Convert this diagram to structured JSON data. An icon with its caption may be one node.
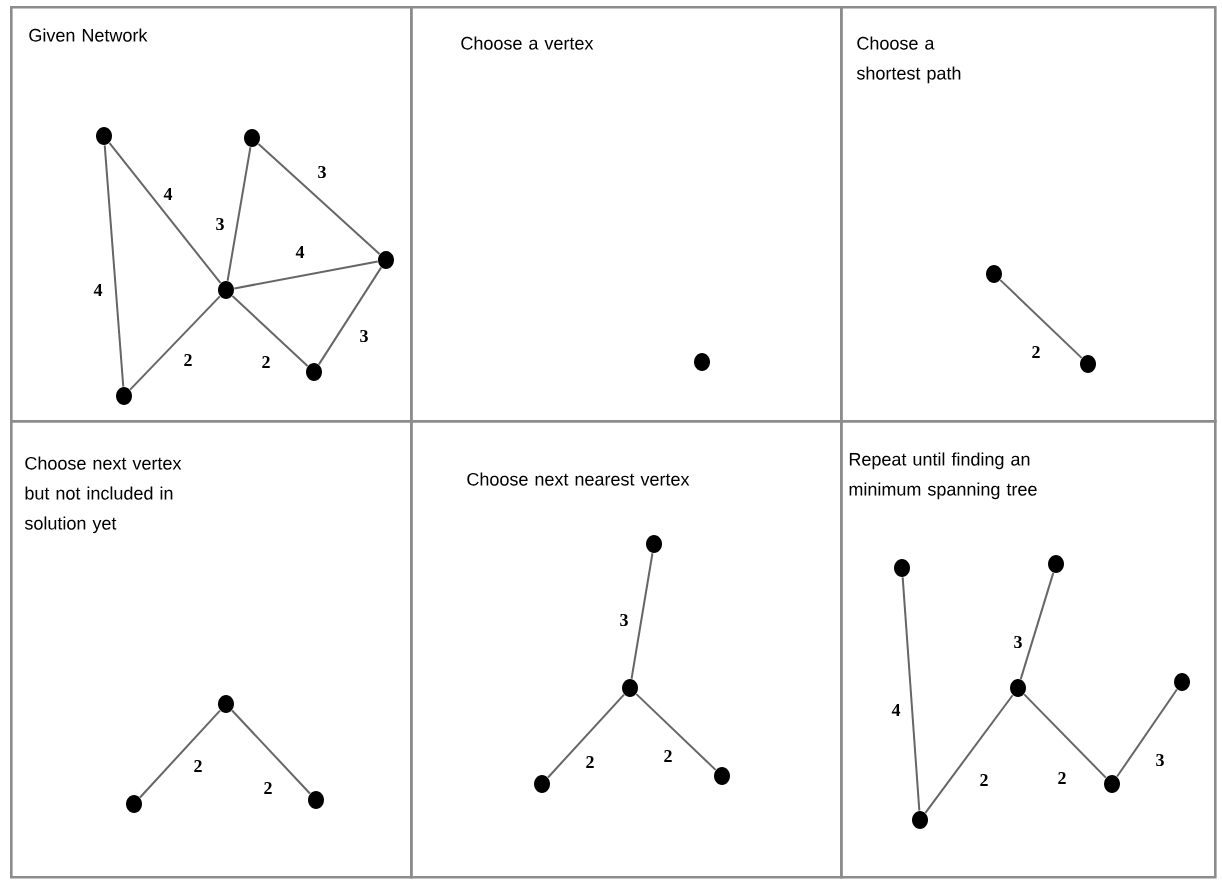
{
  "diagram": {
    "nodes": [
      {
        "text": [
          "Given Network"
        ]
      },
      {
        "text": [],
        "shape": "circle",
        "in": 0
      },
      {
        "text": [],
        "shape": "circle",
        "in": 0
      },
      {
        "text": [],
        "shape": "circle",
        "in": 0
      },
      {
        "text": [],
        "shape": "circle",
        "in": 0
      },
      {
        "text": [],
        "shape": "circle",
        "in": 0
      },
      {
        "text": [],
        "shape": "circle",
        "in": 0
      },
      {
        "text": [
          "Choose a vertex"
        ]
      },
      {
        "text": [],
        "shape": "circle",
        "in": 7
      },
      {
        "text": [
          "Choose a shortest path"
        ]
      },
      {
        "text": [],
        "shape": "circle",
        "in": 9
      },
      {
        "text": [],
        "shape": "circle",
        "in": 9
      },
      {
        "text": [
          "Choose next vertex but not included in solution yet"
        ]
      },
      {
        "text": [],
        "shape": "circle",
        "in": 12
      },
      {
        "text": [],
        "shape": "circle",
        "in": 12
      },
      {
        "text": [],
        "shape": "circle",
        "in": 12
      },
      {
        "text": [
          "Choose next nearest vertex"
        ]
      },
      {
        "text": [],
        "shape": "circle",
        "in": 16
      },
      {
        "text": [],
        "shape": "circle",
        "in": 16
      },
      {
        "text": [],
        "shape": "circle",
        "in": 16
      },
      {
        "text": [],
        "shape": "circle",
        "in": 16
      },
      {
        "text": [
          "Repeat until finding an minimum spanning tree"
        ]
      },
      {
        "text": [],
        "shape": "circle",
        "in": 21
      },
      {
        "text": [],
        "shape": "circle",
        "in": 21
      },
      {
        "text": [],
        "shape": "circle",
        "in": 21
      },
      {
        "text": [],
        "shape": "circle",
        "in": 21
      },
      {
        "text": [],
        "shape": "circle",
        "in": 21
      },
      {
        "text": [],
        "shape": "circle",
        "in": 21
      }
    ],
    "edges": [
      {
        "from": 1,
        "to": 3,
        "arrow": "none",
        "label": "4"
      },
      {
        "from": 4,
        "to": 3,
        "arrow": "none",
        "label": "3"
      },
      {
        "from": 4,
        "to": 6,
        "arrow": "none",
        "label": "3"
      },
      {
        "from": 3,
        "to": 6,
        "arrow": "none",
        "label": "4"
      },
      {
        "from": 1,
        "to": 2,
        "arrow": "none",
        "label": "4"
      },
      {
        "from": 2,
        "to": 3,
        "arrow": "none",
        "label": "2"
      },
      {
        "from": 3,
        "to": 5,
        "arrow": "none",
        "label": "2"
      },
      {
        "from": 5,
        "to": 6,
        "arrow": "none",
        "label": "3"
      },
      {
        "from": 10,
        "to": 11,
        "arrow": "none",
        "label": "2"
      },
      {
        "from": 13,
        "to": 14,
        "arrow": "none",
        "label": "2"
      },
      {
        "from": 14,
        "to": 15,
        "arrow": "none",
        "label": "2"
      },
      {
        "from": 18,
        "to": 19,
        "arrow": "none",
        "label": "3"
      },
      {
        "from": 17,
        "to": 18,
        "arrow": "none",
        "label": "2"
      },
      {
        "from": 18,
        "to": 20,
        "arrow": "none",
        "label": "2"
      },
      {
        "from": 22,
        "to": 23,
        "arrow": "none",
        "label": "4"
      },
      {
        "from": 23,
        "to": 24,
        "arrow": "none",
        "label": "2"
      },
      {
        "from": 24,
        "to": 25,
        "arrow": "none",
        "label": "3"
      },
      {
        "from": 24,
        "to": 26,
        "arrow": "none",
        "label": "2"
      },
      {
        "from": 26,
        "to": 27,
        "arrow": "none",
        "label": "3"
      }
    ]
  }
}
